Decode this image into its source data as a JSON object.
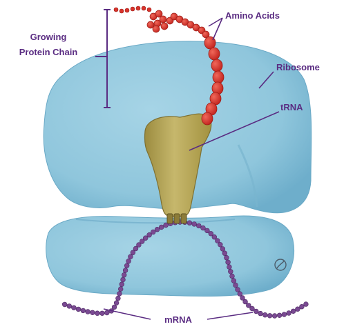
{
  "labels": {
    "growing_line1": "Growing",
    "growing_line2": "Protein Chain",
    "amino_acids": "Amino Acids",
    "ribosome": "Ribosome",
    "trna": "tRNA",
    "mrna": "mRNA"
  },
  "colors": {
    "label_text": "#5a2c82",
    "ribosome_fill": "#8fc6dc",
    "ribosome_shadow": "#6aa9c6",
    "amino_acid": "#d8342c",
    "trna": "#b9a95c",
    "mrna_bead": "#7a4a92"
  }
}
